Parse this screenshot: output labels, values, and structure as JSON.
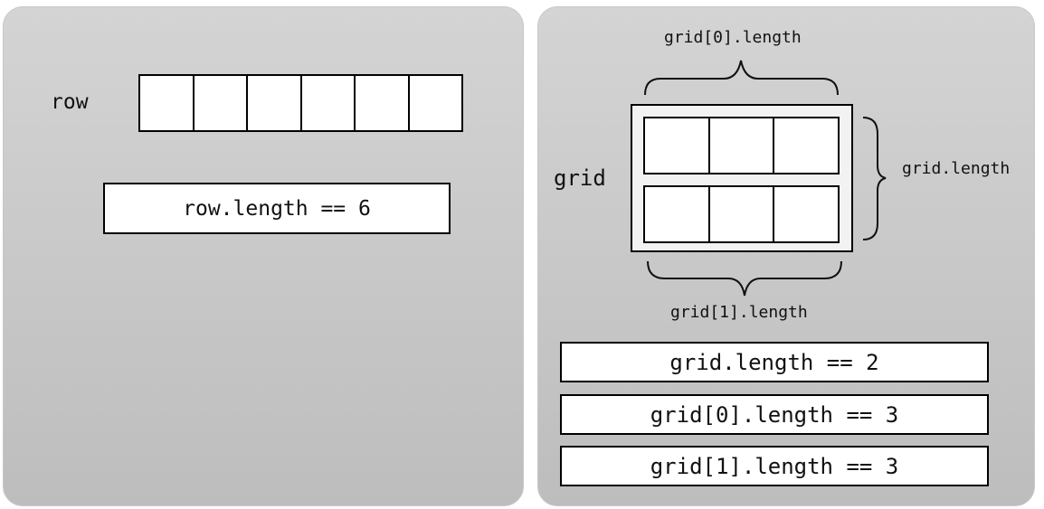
{
  "left": {
    "label": "row",
    "cell_count": 6,
    "equation": "row.length == 6"
  },
  "right": {
    "label": "grid",
    "rows": 2,
    "cols": 3,
    "top_brace_label": "grid[0].length",
    "side_brace_label": "grid.length",
    "bottom_brace_label": "grid[1].length",
    "equations": [
      "grid.length == 2",
      "grid[0].length == 3",
      "grid[1].length == 3"
    ]
  }
}
